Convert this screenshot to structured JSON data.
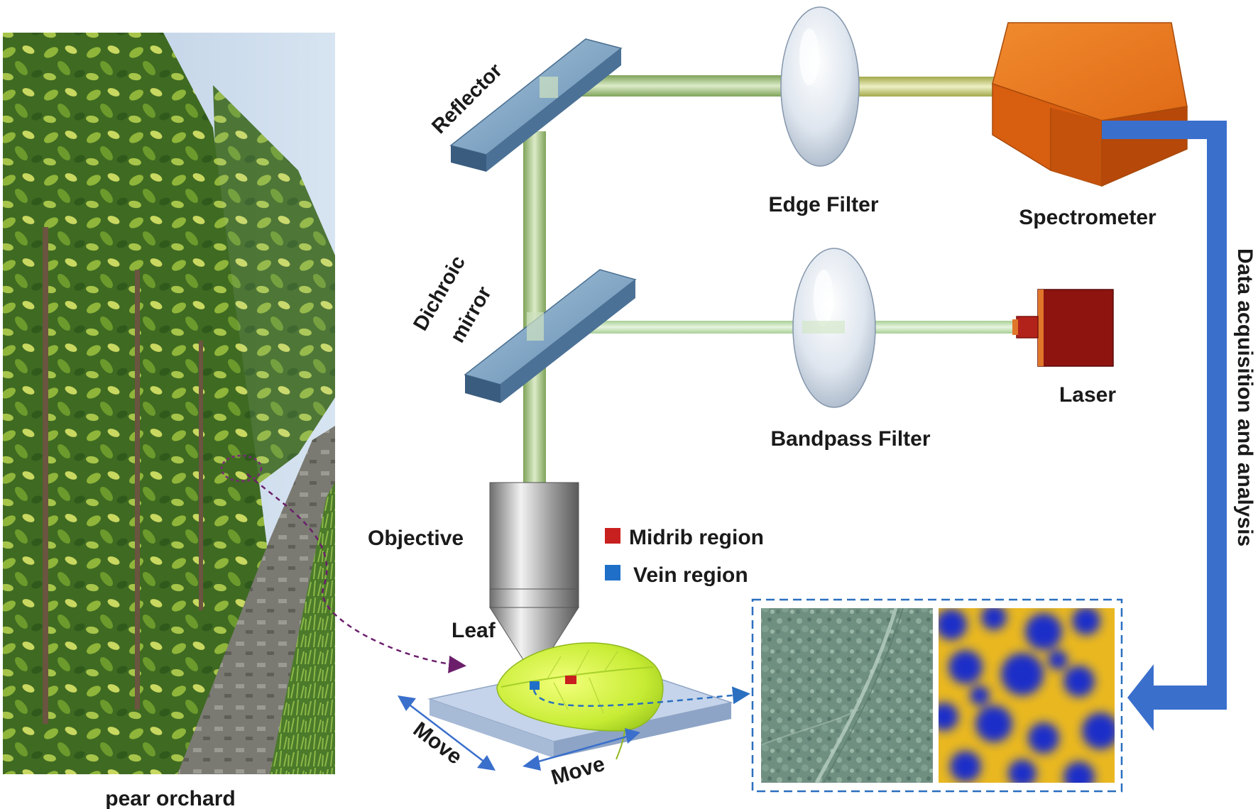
{
  "photo": {
    "caption": "pear orchard"
  },
  "components": {
    "reflector": "Reflector",
    "dichroic": [
      "Dichroic",
      "mirror"
    ],
    "edge_filter": "Edge Filter",
    "bandpass_filter": "Bandpass Filter",
    "spectrometer": "Spectrometer",
    "laser": "Laser",
    "objective": "Objective",
    "leaf": "Leaf"
  },
  "legend": {
    "items": [
      {
        "label": "Midrib region",
        "color": "#c8201e"
      },
      {
        "label": "Vein region",
        "color": "#1f6fc8"
      }
    ]
  },
  "stage_moves": [
    "Move",
    "Move"
  ],
  "data_flow": {
    "label": "Data acquisition and analysis",
    "color": "#3a6fcc"
  },
  "colors": {
    "beam": "#a9c98a",
    "mirror": "#7fa6c6",
    "spectrometer": "#e06a16",
    "laser": "#8e1410",
    "dash": "#2a6fc0",
    "leaf_arrow": "#6b1f6b"
  }
}
